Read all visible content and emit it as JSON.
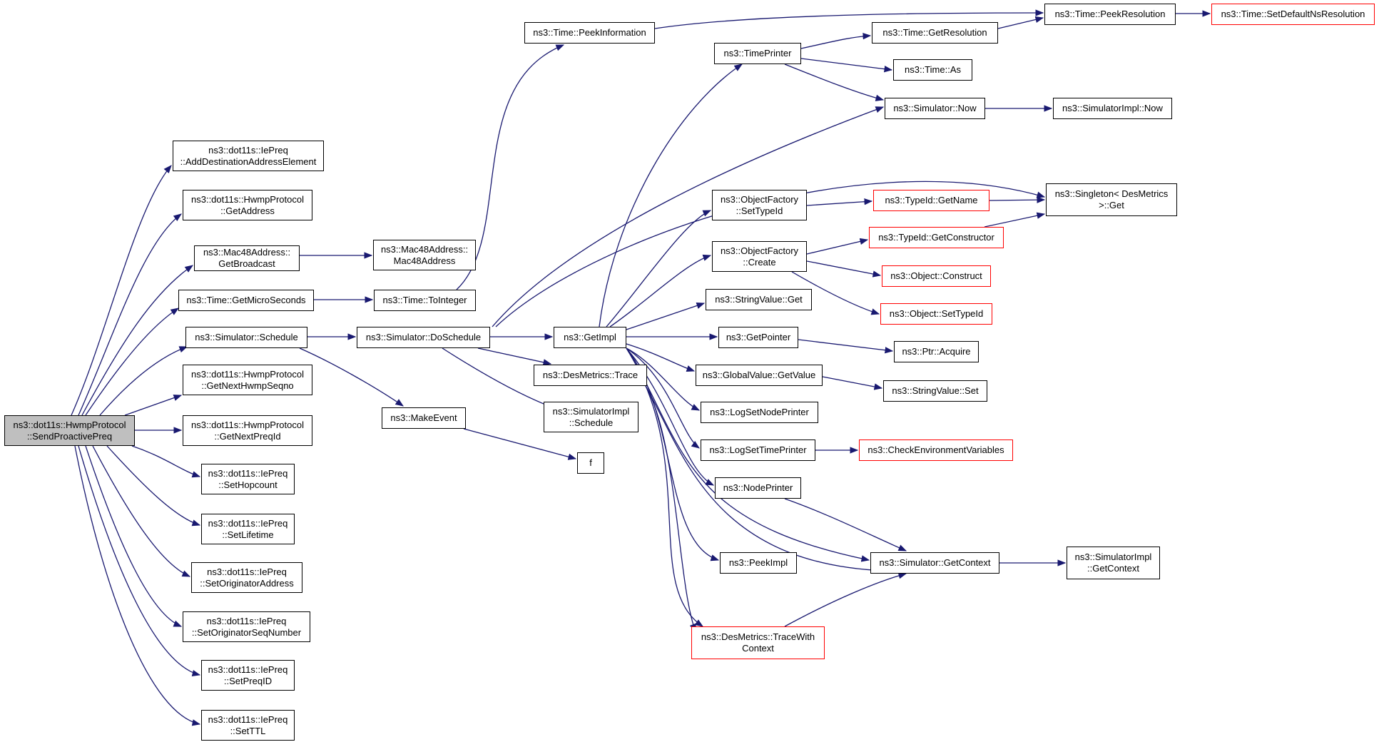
{
  "colors": {
    "edge": "#191970",
    "node_border": "#000000",
    "truncated_border": "#ff0000",
    "root_fill": "#bfbfbf"
  },
  "nodes": {
    "root": {
      "line1": "ns3::dot11s::HwmpProtocol",
      "line2": "::SendProactivePreq"
    },
    "iepreq_adddest": {
      "line1": "ns3::dot11s::IePreq",
      "line2": "::AddDestinationAddressElement"
    },
    "hwmp_getaddress": {
      "line1": "ns3::dot11s::HwmpProtocol",
      "line2": "::GetAddress"
    },
    "mac48_getbroadcast": {
      "line1": "ns3::Mac48Address::",
      "line2": "GetBroadcast"
    },
    "mac48_ctor": {
      "line1": "ns3::Mac48Address::",
      "line2": "Mac48Address"
    },
    "time_getmicroseconds": {
      "line1": "ns3::Time::GetMicroSeconds"
    },
    "time_tointeger": {
      "line1": "ns3::Time::ToInteger"
    },
    "time_peekinformation": {
      "line1": "ns3::Time::PeekInformation"
    },
    "time_peekresolution": {
      "line1": "ns3::Time::PeekResolution"
    },
    "time_setdefaultnsresolution": {
      "line1": "ns3::Time::SetDefaultNsResolution"
    },
    "simulator_schedule": {
      "line1": "ns3::Simulator::Schedule"
    },
    "simulator_doschedule": {
      "line1": "ns3::Simulator::DoSchedule"
    },
    "hwmp_getnexthwmpseqno": {
      "line1": "ns3::dot11s::HwmpProtocol",
      "line2": "::GetNextHwmpSeqno"
    },
    "hwmp_getnextpreqid": {
      "line1": "ns3::dot11s::HwmpProtocol",
      "line2": "::GetNextPreqId"
    },
    "iepreq_sethopcount": {
      "line1": "ns3::dot11s::IePreq",
      "line2": "::SetHopcount"
    },
    "iepreq_setlifetime": {
      "line1": "ns3::dot11s::IePreq",
      "line2": "::SetLifetime"
    },
    "iepreq_setoriginatoraddress": {
      "line1": "ns3::dot11s::IePreq",
      "line2": "::SetOriginatorAddress"
    },
    "iepreq_setoriginatorseqnumber": {
      "line1": "ns3::dot11s::IePreq",
      "line2": "::SetOriginatorSeqNumber"
    },
    "iepreq_setpreqid": {
      "line1": "ns3::dot11s::IePreq",
      "line2": "::SetPreqID"
    },
    "iepreq_setttl": {
      "line1": "ns3::dot11s::IePreq",
      "line2": "::SetTTL"
    },
    "makeevent": {
      "line1": "ns3::MakeEvent"
    },
    "f": {
      "line1": "f"
    },
    "getimpl": {
      "line1": "ns3::GetImpl"
    },
    "desmetrics_trace": {
      "line1": "ns3::DesMetrics::Trace"
    },
    "simulatorimpl_schedule": {
      "line1": "ns3::SimulatorImpl",
      "line2": "::Schedule"
    },
    "timeprinter": {
      "line1": "ns3::TimePrinter"
    },
    "time_getresolution": {
      "line1": "ns3::Time::GetResolution"
    },
    "time_as": {
      "line1": "ns3::Time::As"
    },
    "simulator_now": {
      "line1": "ns3::Simulator::Now"
    },
    "simulatorimpl_now": {
      "line1": "ns3::SimulatorImpl::Now"
    },
    "objectfactory_settypeid": {
      "line1": "ns3::ObjectFactory",
      "line2": "::SetTypeId"
    },
    "typeid_getname": {
      "line1": "ns3::TypeId::GetName"
    },
    "singleton_get": {
      "line1": "ns3::Singleton< DesMetrics",
      "line2": ">::Get"
    },
    "objectfactory_create": {
      "line1": "ns3::ObjectFactory",
      "line2": "::Create"
    },
    "typeid_getconstructor": {
      "line1": "ns3::TypeId::GetConstructor"
    },
    "object_construct": {
      "line1": "ns3::Object::Construct"
    },
    "object_settypeid": {
      "line1": "ns3::Object::SetTypeId"
    },
    "stringvalue_get": {
      "line1": "ns3::StringValue::Get"
    },
    "getpointer": {
      "line1": "ns3::GetPointer"
    },
    "ptr_acquire": {
      "line1": "ns3::Ptr::Acquire"
    },
    "globalvalue_getvalue": {
      "line1": "ns3::GlobalValue::GetValue"
    },
    "stringvalue_set": {
      "line1": "ns3::StringValue::Set"
    },
    "logsetnodeprinter": {
      "line1": "ns3::LogSetNodePrinter"
    },
    "logsettimeprinter": {
      "line1": "ns3::LogSetTimePrinter"
    },
    "checkenvironmentvariables": {
      "line1": "ns3::CheckEnvironmentVariables"
    },
    "nodeprinter": {
      "line1": "ns3::NodePrinter"
    },
    "simulator_getcontext": {
      "line1": "ns3::Simulator::GetContext"
    },
    "simulatorimpl_getcontext": {
      "line1": "ns3::SimulatorImpl",
      "line2": "::GetContext"
    },
    "peekimpl": {
      "line1": "ns3::PeekImpl"
    },
    "desmetrics_tracewithcontext": {
      "line1": "ns3::DesMetrics::TraceWith",
      "line2": "Context"
    }
  }
}
